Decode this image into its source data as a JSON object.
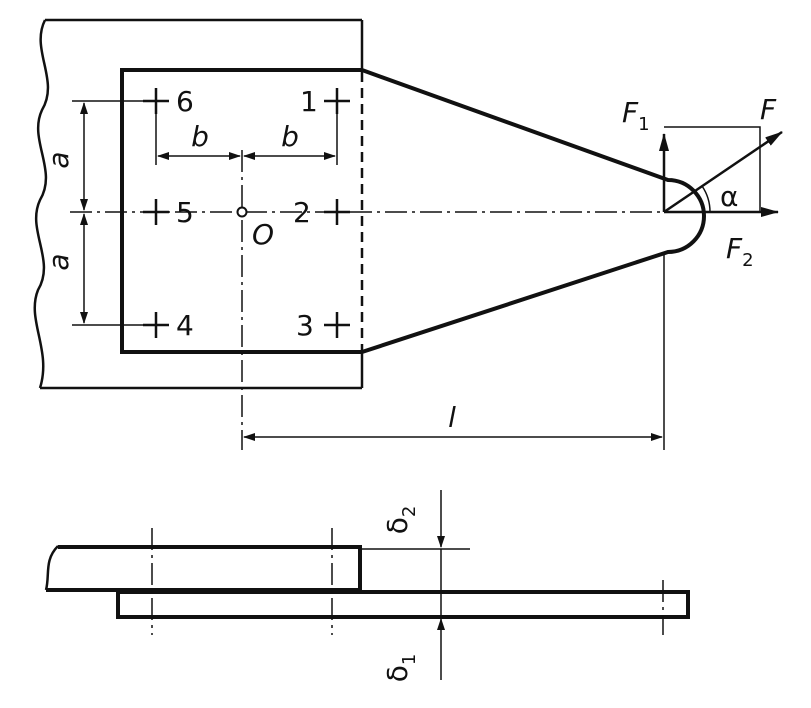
{
  "labels": {
    "a_top": "a",
    "a_bottom": "a",
    "b_left": "b",
    "b_right": "b",
    "origin": "O",
    "length": "l",
    "force": "F",
    "force1": "F",
    "force1_sub": "1",
    "force2": "F",
    "force2_sub": "2",
    "angle": "α",
    "delta1": "δ",
    "delta1_sub": "1",
    "delta2": "δ",
    "delta2_sub": "2"
  },
  "bolts": [
    {
      "id": "1",
      "label": "1"
    },
    {
      "id": "2",
      "label": "2"
    },
    {
      "id": "3",
      "label": "3"
    },
    {
      "id": "4",
      "label": "4"
    },
    {
      "id": "5",
      "label": "5"
    },
    {
      "id": "6",
      "label": "6"
    }
  ]
}
